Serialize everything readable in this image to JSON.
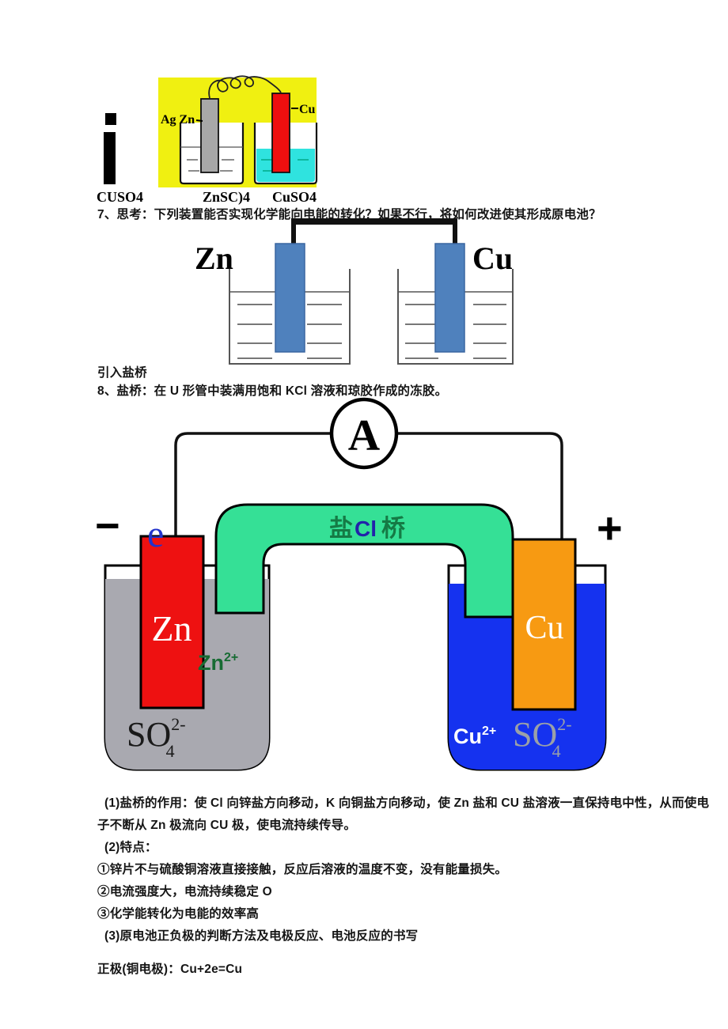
{
  "colors": {
    "yellow_bg": "#F0F011",
    "cyan_solution": "#2FE3DF",
    "mini_zn_gray": "#A8A8A8",
    "mini_cu_red": "#EE0F0F",
    "steel_blue_electrode": "#4F81BD",
    "bridge_green": "#35E096",
    "zn_red": "#EE1111",
    "cu_orange": "#F79A12",
    "znso4_gray": "#A9A9B0",
    "cuso4_blue": "#1532EF",
    "electron_blue": "#2233CC",
    "ion_green": "#176B33"
  },
  "figure_top": {
    "left_label": "Ag Zn",
    "right_label": "Cu",
    "caption_left": "CUSO4",
    "caption_mid": "ZnSC)4",
    "caption_right": "CuSO4"
  },
  "question7": {
    "text": "7、思考：下列装置能否实现化学能向电能的转化？如果不行，将如何改进使其形成原电池？",
    "left_electrode": "Zn",
    "right_electrode": "Cu"
  },
  "section8": {
    "line1": "引入盐桥",
    "line2": "8、盐桥：在 U 形管中装满用饱和 KCl 溶液和琼胶作成的冻胶。"
  },
  "cell": {
    "ammeter": "A",
    "minus": "−",
    "plus": "+",
    "electron": "e",
    "bridge_left": "盐",
    "bridge_mid": "Cl",
    "bridge_right": "桥",
    "zn": "Zn",
    "cu": "Cu",
    "zn_ion_base": "Zn",
    "zn_ion_sup": "2+",
    "cu_ion_base": "Cu",
    "cu_ion_sup": "2+",
    "so4_base": "SO",
    "so4_sub": "4",
    "so4_sup": "2-"
  },
  "notes": {
    "p1": "(1)盐桥的作用：使 Cl 向锌盐方向移动，K 向铜盐方向移动，使 Zn 盐和 CU 盐溶液一直保持电中性，从而使电子不断从 Zn 极流向 CU 极，使电流持续传导。",
    "p2": "(2)特点：",
    "p3": "①锌片不与硫酸铜溶液直接接触，反应后溶液的温度不变，没有能量损失。",
    "p4": "②电流强度大，电流持续稳定 O",
    "p5": "③化学能转化为电能的效率高",
    "p6": "(3)原电池正负极的判断方法及电极反应、电池反应的书写",
    "p7_label": "正极(铜电极)：",
    "p7_formula": "Cu+2e=Cu"
  }
}
